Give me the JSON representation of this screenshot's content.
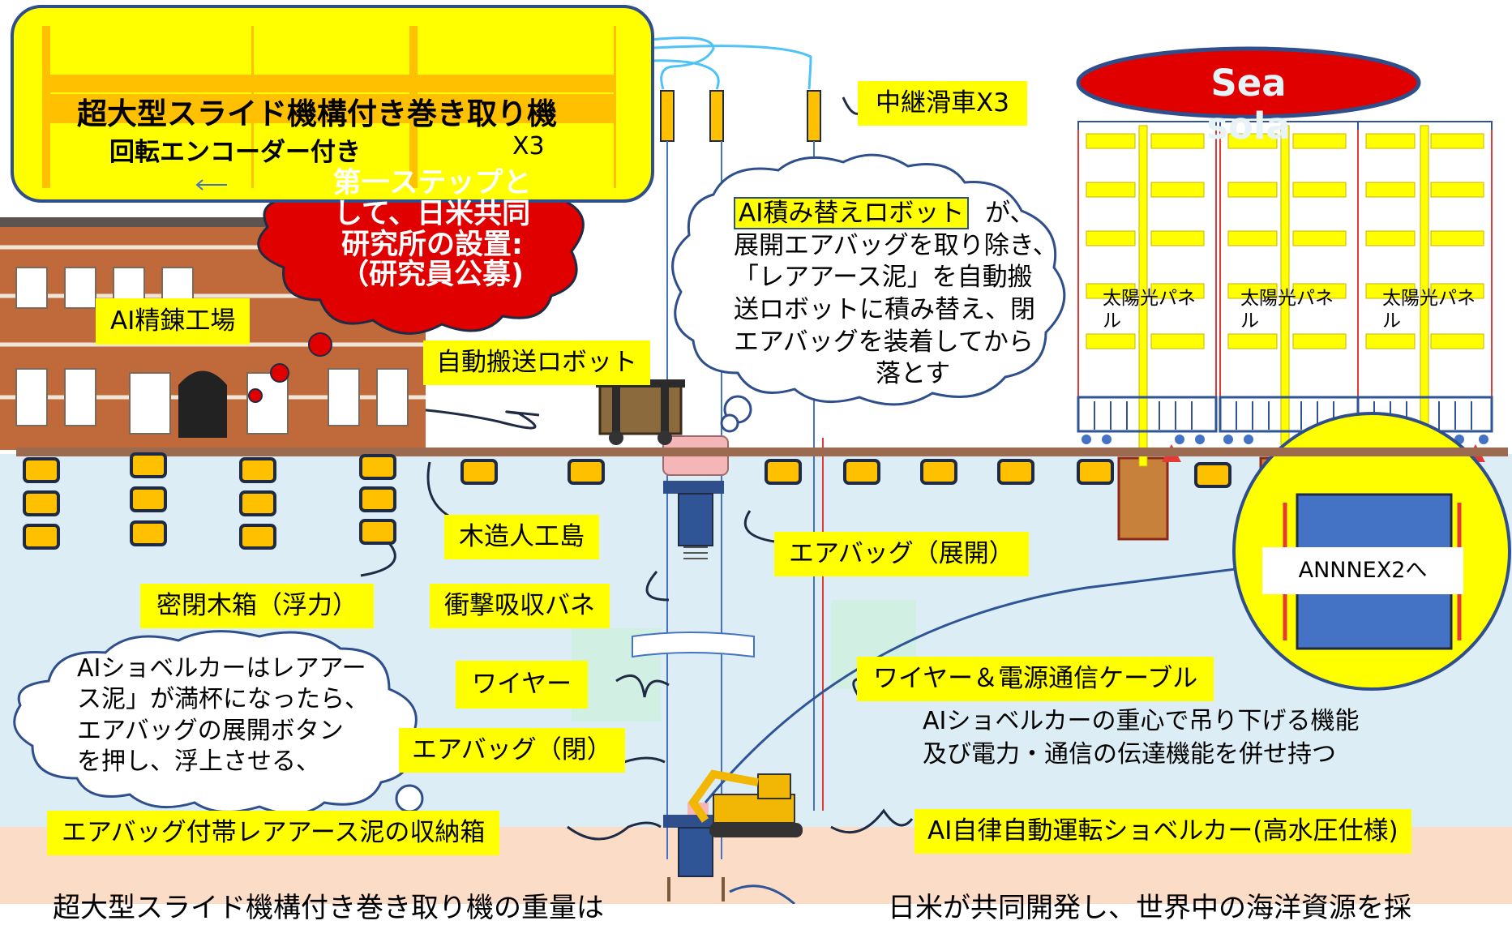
{
  "top_box": {
    "title": "超大型スライド機構付き巻き取り機",
    "subtitle": "回転エンコーダー付き",
    "count": "X3"
  },
  "red_cloud": {
    "line1": "第一ステップと",
    "line2": "して、日米共同",
    "line3": "研究所の設置:",
    "line4": "（研究員公募)"
  },
  "labels": {
    "relay_pulley": "中継滑車X3",
    "ai_factory": "AI精錬工場",
    "transport_robot": "自動搬送ロボット",
    "wooden_island": "木造人工島",
    "sealed_box": "密閉木箱（浮力）",
    "shock_spring": "衝撃吸収バネ",
    "airbag_deployed": "エアバッグ（展開）",
    "wire": "ワイヤー",
    "wire_power_cable": "ワイヤー＆電源通信ケーブル",
    "airbag_closed": "エアバッグ（閉）",
    "storage_box": "エアバッグ付帯レアアース泥の収納箱",
    "ai_excavator": "AI自律自動運転ショベルカー(高水圧仕様)",
    "annex": "ANNNEX2へ"
  },
  "robot_cloud": {
    "robot_label": "AI積み替えロボット",
    "line1_suffix": "が、",
    "line2": "展開エアバッグを取り除き、",
    "line3": "「レアアース泥」を自動搬",
    "line4": "送ロボットに積み替え、閉",
    "line5": "エアバッグを装着してから",
    "line6": "落とす"
  },
  "excavator_cloud": {
    "line1": "AIショベルカーはレアアー",
    "line2": "ス泥」が満杯になったら、",
    "line3": "エアバッグの展開ボタン",
    "line4": "を押し、浮上させる、"
  },
  "function_text": {
    "line1": "AIショベルカーの重心で吊り下げる機能",
    "line2": "及び電力・通信の伝達機能を併せ持つ"
  },
  "brand": "Sea sola",
  "solar_panel_label": "太陽光パネル",
  "bottom_text": {
    "left": "超大型スライド機構付き巻き取り機の重量は",
    "right": "日米が共同開発し、世界中の海洋資源を採"
  }
}
